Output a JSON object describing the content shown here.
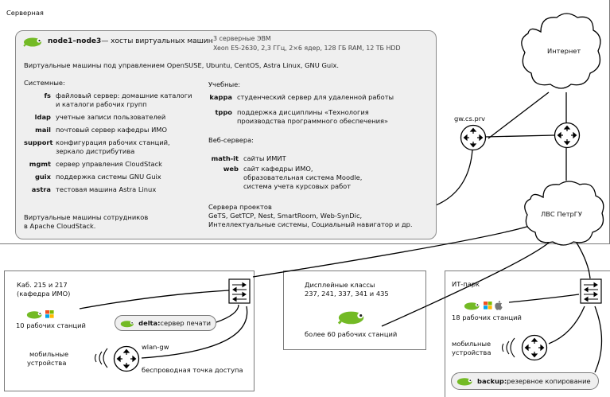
{
  "server_room": {
    "title": "Серверная",
    "cluster_name": "node1–node3",
    "cluster_desc": " — хосты виртуальных машин",
    "hardware_1": "3 серверные ЭВМ",
    "hardware_2": "Xeon E5-2630, 2,3 ГГц, 2×6 ядер, 128 ГБ RAM, 12 ТБ HDD",
    "vm_os": "Виртуальные машины под управлением OpenSUSE, Ubuntu, CentOS, Astra Linux, GNU Guix.",
    "system_header": "Системные:",
    "system_items": [
      {
        "key": "fs",
        "desc": "файловый сервер: домашние каталоги\nи каталоги рабочих групп"
      },
      {
        "key": "ldap",
        "desc": "учетные записи пользователей"
      },
      {
        "key": "mail",
        "desc": "почтовый сервер кафедры ИМО"
      },
      {
        "key": "support",
        "desc": "конфигурация рабочих станций,\nзеркало дистрибутива"
      },
      {
        "key": "mgmt",
        "desc": "сервер управления CloudStack"
      },
      {
        "key": "guix",
        "desc": "поддержка системы GNU Guix"
      },
      {
        "key": "astra",
        "desc": "тестовая машина Astra Linux"
      }
    ],
    "staff_vm_1": "Виртуальные машины сотрудников",
    "staff_vm_2": "в Apache CloudStack.",
    "edu_header": "Учебные:",
    "edu_items": [
      {
        "key": "kappa",
        "desc": "студенческий сервер для удаленной работы"
      },
      {
        "key": "tppo",
        "desc": "поддержка дисциплины «Технология\nпроизводства программного обеспечения»"
      }
    ],
    "web_header": "Веб-сервера:",
    "web_items": [
      {
        "key": "math-it",
        "desc": "сайты ИМИТ"
      },
      {
        "key": "web",
        "desc": "сайт кафедры ИМО,\nобразовательная система Moodle,\nсистема учета курсовых работ"
      }
    ],
    "projects_header": "Сервера проектов",
    "projects_1": "GeTS, GetTCP, Nest, SmartRoom, Web-SynDic,",
    "projects_2": "Интеллектуальные системы, Социальный навигатор и др."
  },
  "network": {
    "gateway_label": "gw.cs.prv",
    "internet_label": "Интернет",
    "lan_label": "ЛВС ПетрГУ"
  },
  "room_215": {
    "title_1": "Каб. 215 и 217",
    "title_2": "(кафедра ИМО)",
    "workstations": "10 рабочих станций",
    "delta_name": "delta:",
    "delta_desc": " сервер печати",
    "mobile_1": "мобильные",
    "mobile_2": "устройства",
    "ap_name": "wlan-gw",
    "ap_desc": "беспроводная точка доступа"
  },
  "display_classes": {
    "title_1": "Дисплейные классы",
    "title_2": "237, 241, 337, 341 и 435",
    "workstations": "более 60 рабочих станций"
  },
  "it_park": {
    "title": "ИТ-парк",
    "workstations": "18 рабочих станций",
    "mobile_1": "мобильные",
    "mobile_2": "устройства",
    "backup_name": "backup:",
    "backup_desc": " резервное копирование"
  },
  "colors": {
    "opensuse_green": "#73ba25",
    "box_fill": "#efefef",
    "line": "#000000"
  },
  "icons": [
    "opensuse-lizard-icon",
    "windows-icon",
    "apple-icon",
    "router-icon",
    "switch-icon",
    "cloud-icon",
    "wifi-waves-icon"
  ]
}
